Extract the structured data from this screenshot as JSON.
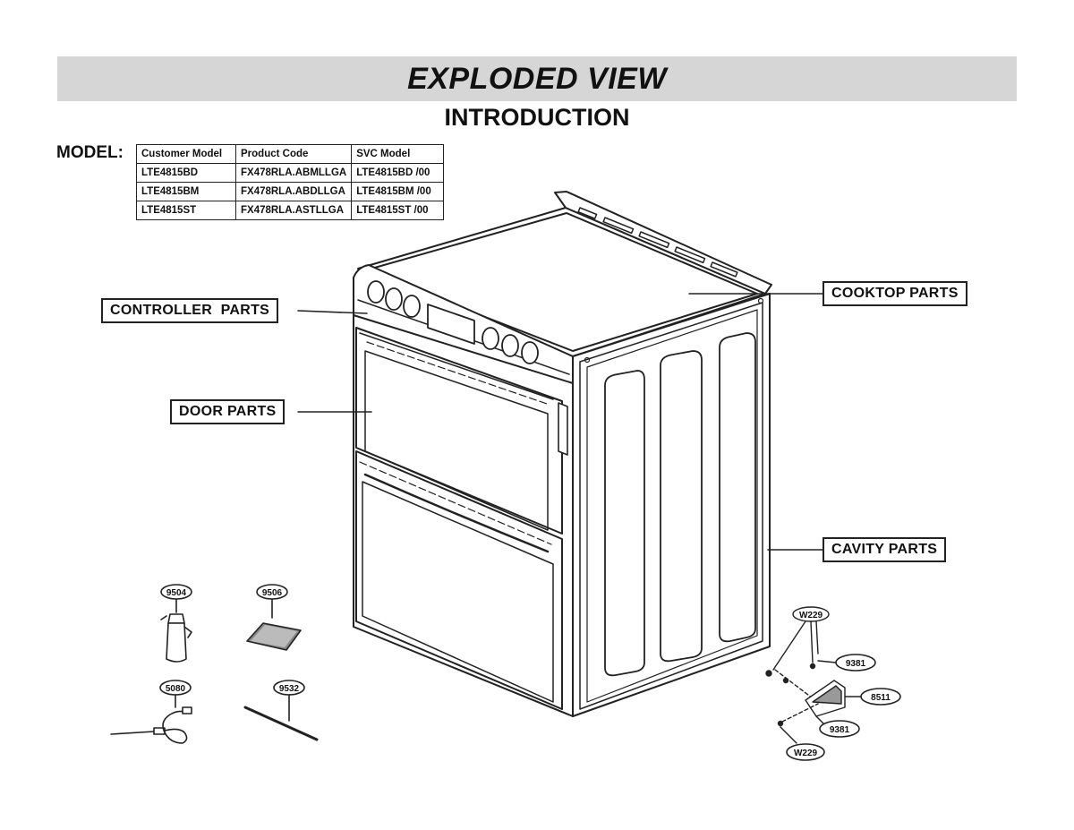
{
  "banner": {
    "title": "EXPLODED VIEW"
  },
  "subtitle": "INTRODUCTION",
  "model": {
    "label": "MODEL:",
    "columns": [
      "Customer Model",
      "Product Code",
      "SVC Model"
    ],
    "rows": [
      [
        "LTE4815BD",
        "FX478RLA.ABMLLGA",
        "LTE4815BD /00"
      ],
      [
        "LTE4815BM",
        "FX478RLA.ABDLLGA",
        "LTE4815BM /00"
      ],
      [
        "LTE4815ST",
        "FX478RLA.ASTLLGA",
        "LTE4815ST /00"
      ]
    ]
  },
  "labels": {
    "cooktop": "COOKTOP PARTS",
    "controller": "CONTROLLER  PARTS",
    "door": "DOOR PARTS",
    "cavity": "CAVITY PARTS"
  },
  "callouts": {
    "p9504": "9504",
    "p9506": "9506",
    "p5080": "5080",
    "p9532": "9532",
    "w229_top": "W229",
    "p9381_top": "9381",
    "p8511": "8511",
    "p9381_bottom": "9381",
    "w229_bottom": "W229"
  },
  "colors": {
    "banner_bg": "#d6d6d6",
    "line": "#222222"
  }
}
